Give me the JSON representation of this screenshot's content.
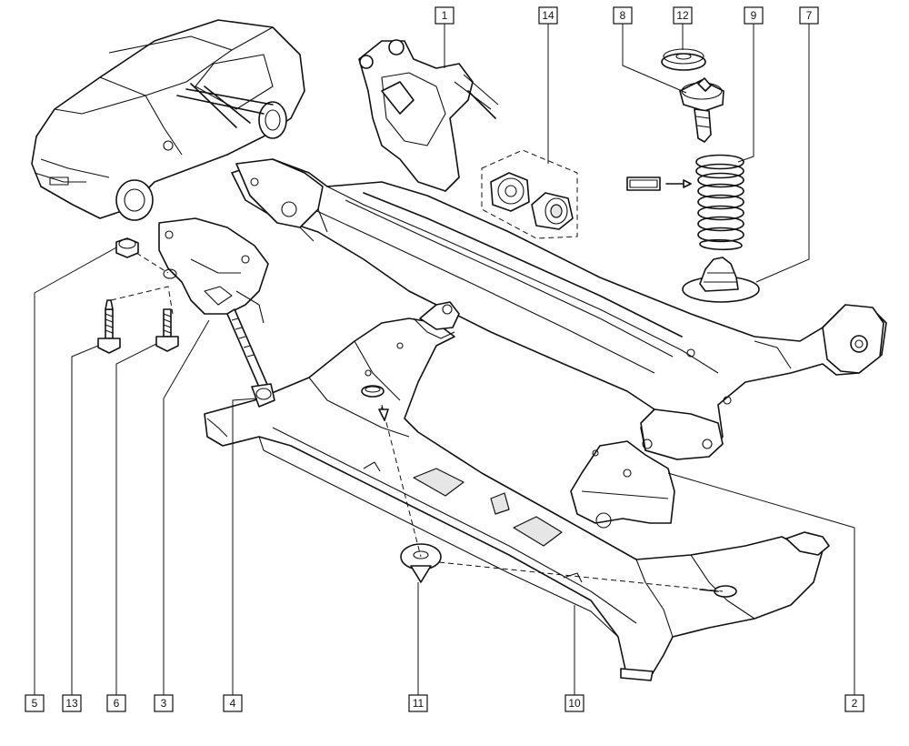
{
  "callouts": [
    {
      "id": "c1",
      "label": "1"
    },
    {
      "id": "c14",
      "label": "14"
    },
    {
      "id": "c8",
      "label": "8"
    },
    {
      "id": "c12",
      "label": "12"
    },
    {
      "id": "c9",
      "label": "9"
    },
    {
      "id": "c7",
      "label": "7"
    },
    {
      "id": "c5",
      "label": "5"
    },
    {
      "id": "c13",
      "label": "13"
    },
    {
      "id": "c6",
      "label": "6"
    },
    {
      "id": "c3",
      "label": "3"
    },
    {
      "id": "c4",
      "label": "4"
    },
    {
      "id": "c11",
      "label": "11"
    },
    {
      "id": "c10",
      "label": "10"
    },
    {
      "id": "c2",
      "label": "2"
    }
  ],
  "colors": {
    "line": "#111111",
    "background": "#ffffff",
    "shade": "#e6e6e6"
  }
}
